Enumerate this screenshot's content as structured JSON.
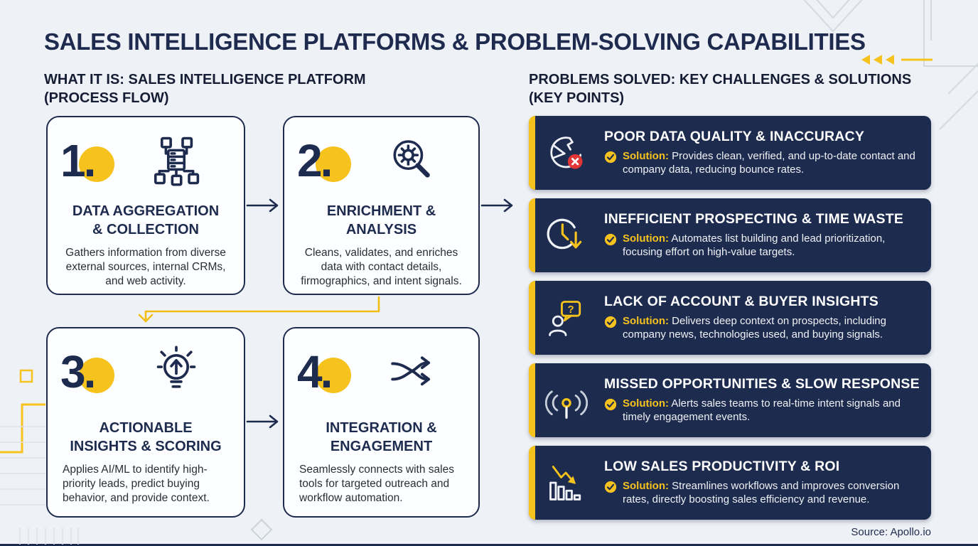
{
  "page": {
    "title": "SALES INTELLIGENCE PLATFORMS & PROBLEM-SOLVING CAPABILITIES",
    "source": "Source: Apollo.io"
  },
  "colors": {
    "navy": "#1d2b4e",
    "yellow": "#f6c21e",
    "red": "#e23636",
    "background": "#eef1f6",
    "white": "#ffffff"
  },
  "left_section": {
    "heading_line1": "WHAT IT IS: SALES INTELLIGENCE PLATFORM",
    "heading_line2": "(PROCESS FLOW)",
    "steps": [
      {
        "number": "1.",
        "icon": "server-network-icon",
        "title_line1": "DATA AGGREGATION",
        "title_line2": "& COLLECTION",
        "description": "Gathers information from diverse external sources, internal CRMs, and web activity."
      },
      {
        "number": "2.",
        "icon": "magnifier-gear-icon",
        "title_line1": "ENRICHMENT &",
        "title_line2": "ANALYSIS",
        "description": "Cleans, validates, and enriches data with contact details, firmographics, and intent signals."
      },
      {
        "number": "3.",
        "icon": "lightbulb-up-arrow-icon",
        "title_line1": "ACTIONABLE",
        "title_line2": "INSIGHTS & SCORING",
        "description": "Applies AI/ML to identify high-priority leads, predict buying behavior, and provide context."
      },
      {
        "number": "4.",
        "icon": "shuffle-arrows-icon",
        "title_line1": "INTEGRATION &",
        "title_line2": "ENGAGEMENT",
        "description": "Seamlessly connects with sales tools for targeted outreach and workflow automation."
      }
    ]
  },
  "right_section": {
    "heading_line1": "PROBLEMS SOLVED: KEY CHALLENGES & SOLUTIONS",
    "heading_line2": "(KEY POINTS)",
    "solution_label": "Solution:",
    "problems": [
      {
        "icon": "broken-pie-chart-icon",
        "title": "POOR DATA QUALITY & INACCURACY",
        "solution": "Provides clean, verified, and up-to-date contact and company data, reducing bounce rates."
      },
      {
        "icon": "clock-down-arrow-icon",
        "title": "INEFFICIENT PROSPECTING & TIME WASTE",
        "solution": "Automates list building and lead prioritization, focusing effort on high-value targets."
      },
      {
        "icon": "person-question-bubble-icon",
        "title": "LACK OF ACCOUNT & BUYER INSIGHTS",
        "solution": "Delivers deep context on prospects, including company news, technologies used, and buying signals."
      },
      {
        "icon": "broadcast-signal-icon",
        "title": "MISSED OPPORTUNITIES & SLOW RESPONSE",
        "solution": "Alerts sales teams to real-time intent signals and timely engagement events."
      },
      {
        "icon": "declining-bar-chart-icon",
        "title": "LOW SALES PRODUCTIVITY & ROI",
        "solution": "Streamlines workflows and improves conversion rates, directly boosting sales efficiency and revenue."
      }
    ]
  }
}
